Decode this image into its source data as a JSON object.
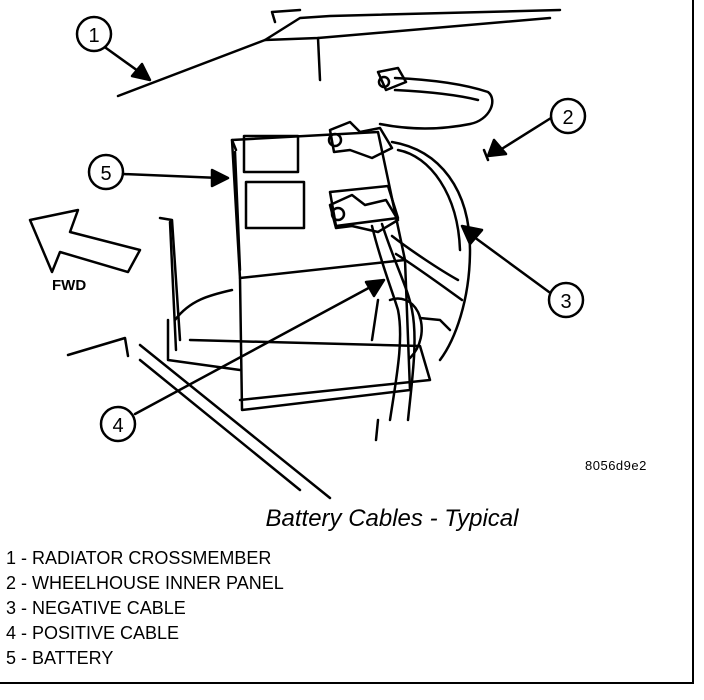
{
  "figure_code": "8056d9e2",
  "caption": "Battery Cables - Typical",
  "direction_label": "FWD",
  "callout_numbers": [
    "1",
    "2",
    "3",
    "4",
    "5"
  ],
  "legend": [
    "1 - RADIATOR CROSSMEMBER",
    "2 - WHEELHOUSE INNER PANEL",
    "3 - NEGATIVE CABLE",
    "4 - POSITIVE CABLE",
    "5 - BATTERY"
  ]
}
